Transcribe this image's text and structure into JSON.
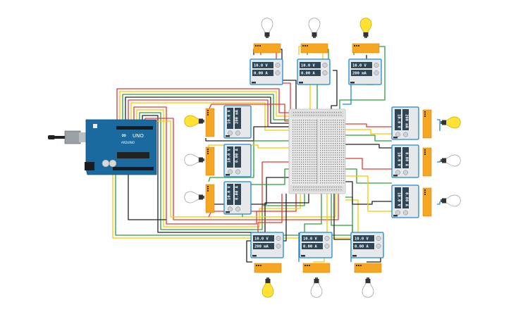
{
  "arduino": {
    "logo_text": "UNO",
    "brand_text": "ARDUINO"
  },
  "colors": {
    "red": "#e53935",
    "yellow": "#f9c800",
    "green": "#2e9e3a",
    "black": "#222222",
    "blue": "#1e88d2",
    "orange": "#f5a623",
    "bulb_on": "#ffe234",
    "arduino": "#1a6aa0"
  },
  "power_supplies": [
    {
      "id": "top-1",
      "voltage": "10.0 V",
      "current": "0.00 A",
      "bulb": "off"
    },
    {
      "id": "top-2",
      "voltage": "10.0 V",
      "current": "0.00 A",
      "bulb": "off"
    },
    {
      "id": "top-3",
      "voltage": "10.0 V",
      "current": "200 mA",
      "bulb": "on"
    },
    {
      "id": "left-1",
      "voltage": "10.0 V",
      "current": "200 mA",
      "bulb": "on"
    },
    {
      "id": "left-2",
      "voltage": "10.0 V",
      "current": "0.00 A",
      "bulb": "off"
    },
    {
      "id": "left-3",
      "voltage": "10.0 V",
      "current": "0.00 A",
      "bulb": "off"
    },
    {
      "id": "right-1",
      "voltage": "10.0 V",
      "current": "200 mA",
      "bulb": "on"
    },
    {
      "id": "right-2",
      "voltage": "10.0 V",
      "current": "0.00 A",
      "bulb": "off"
    },
    {
      "id": "right-3",
      "voltage": "10.0 V",
      "current": "0.00 A",
      "bulb": "off"
    },
    {
      "id": "bottom-1",
      "voltage": "10.0 V",
      "current": "200 mA",
      "bulb": "on"
    },
    {
      "id": "bottom-2",
      "voltage": "10.0 V",
      "current": "0.00 A",
      "bulb": "off"
    },
    {
      "id": "bottom-3",
      "voltage": "10.0 V",
      "current": "0.00 A",
      "bulb": "off"
    }
  ]
}
